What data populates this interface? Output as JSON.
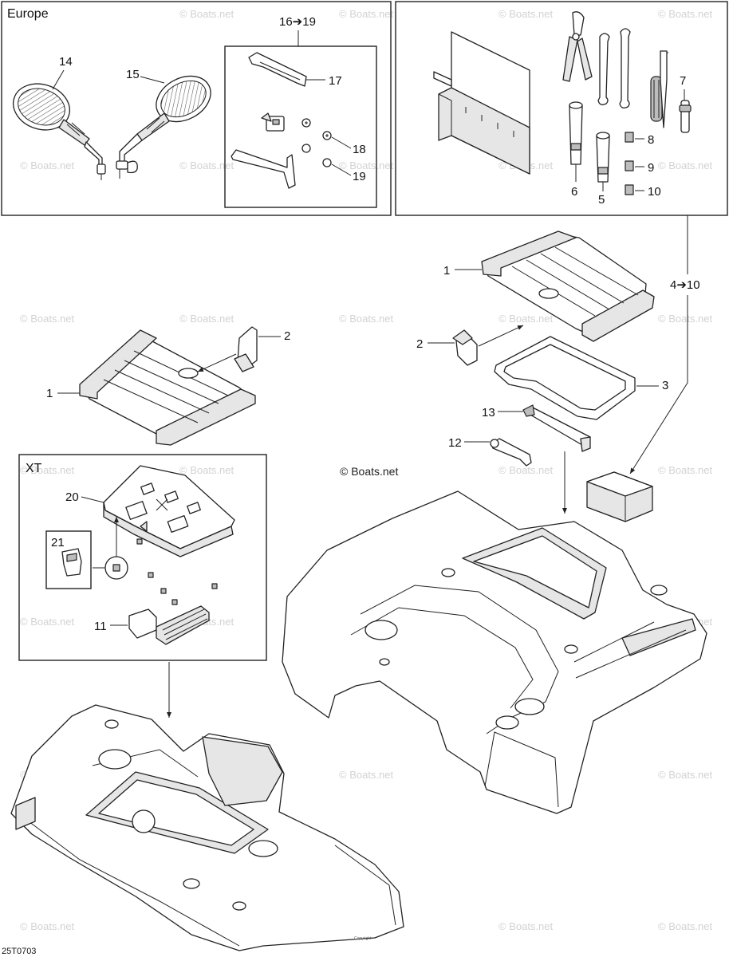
{
  "boxes": {
    "europe_title": "Europe",
    "xt_title": "XT",
    "kit_16_19": "16➔19",
    "kit_4_10": "4➔10"
  },
  "callouts": {
    "c1a": "1",
    "c1b": "1",
    "c2a": "2",
    "c2b": "2",
    "c3": "3",
    "c5": "5",
    "c6": "6",
    "c7": "7",
    "c8": "8",
    "c9": "9",
    "c10": "10",
    "c11": "11",
    "c12": "12",
    "c13": "13",
    "c14": "14",
    "c15": "15",
    "c17": "17",
    "c18": "18",
    "c19": "19",
    "c20": "20",
    "c21": "21"
  },
  "watermark": "© Boats.net",
  "diagram_code": "25T0703",
  "copyright": "Copyright"
}
